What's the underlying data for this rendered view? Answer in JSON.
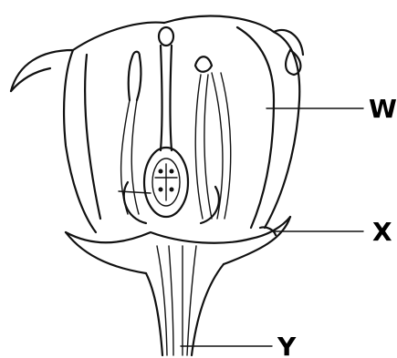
{
  "diagram": {
    "labels": {
      "w": "W",
      "x": "X",
      "y": "Y"
    }
  }
}
